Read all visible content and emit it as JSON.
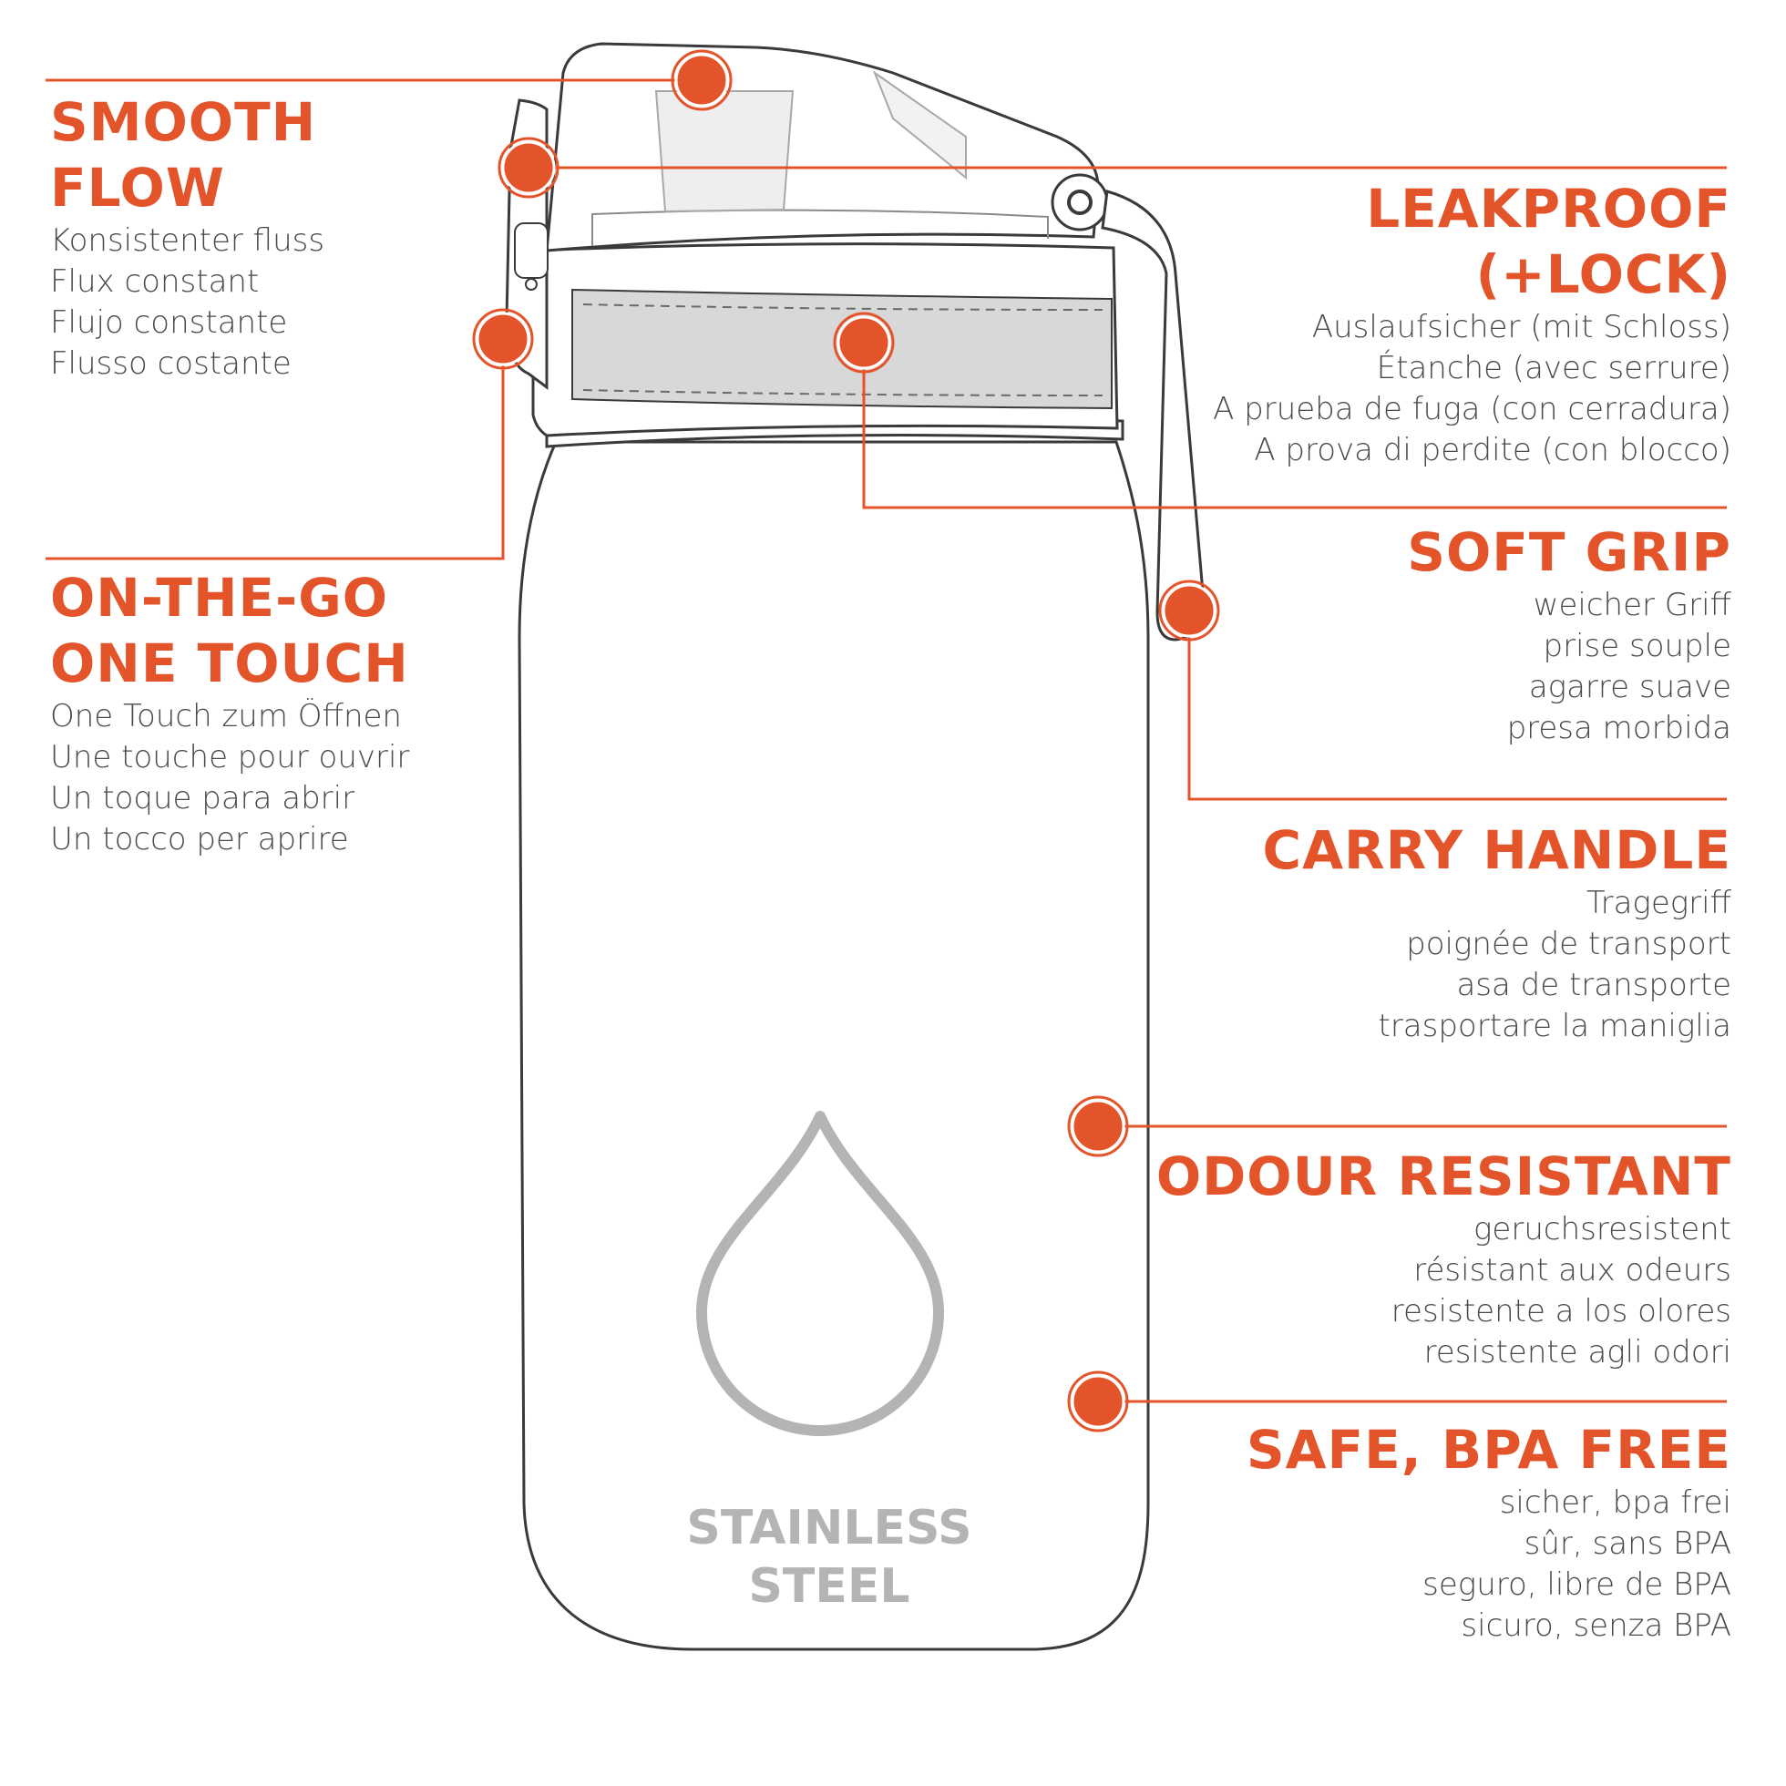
{
  "colors": {
    "accent": "#e4542a",
    "outline": "#3a3a3a",
    "grip": "#d8d8d8",
    "drop": "#b4b4b4",
    "text": "#4a4a4a"
  },
  "features": {
    "smooth_flow": {
      "title_lines": [
        "SMOOTH",
        "FLOW"
      ],
      "sub": [
        "Konsistenter fluss",
        "Flux constant",
        "Flujo constante",
        "Flusso costante"
      ]
    },
    "one_touch": {
      "title_lines": [
        "ON-THE-GO",
        "ONE TOUCH"
      ],
      "sub": [
        "One Touch zum Öffnen",
        "Une touche pour ouvrir",
        "Un toque para abrir",
        "Un tocco per aprire"
      ]
    },
    "leakproof": {
      "title_lines": [
        "LEAKPROOF",
        "(+LOCK)"
      ],
      "sub": [
        "Auslaufsicher (mit Schloss)",
        "Étanche (avec serrure)",
        "A prueba de fuga (con cerradura)",
        "A prova di perdite (con blocco)"
      ]
    },
    "soft_grip": {
      "title_lines": [
        "SOFT GRIP"
      ],
      "sub": [
        "weicher Griff",
        "prise souple",
        "agarre suave",
        "presa morbida"
      ]
    },
    "carry_handle": {
      "title_lines": [
        "CARRY HANDLE"
      ],
      "sub": [
        "Tragegriff",
        "poignée de transport",
        "asa de transporte",
        "trasportare la maniglia"
      ]
    },
    "odour": {
      "title_lines": [
        "ODOUR RESISTANT"
      ],
      "sub": [
        "geruchsresistent",
        "résistant aux odeurs",
        "resistente a los olores",
        "resistente agli odori"
      ]
    },
    "bpa": {
      "title_lines": [
        "SAFE, BPA FREE"
      ],
      "sub": [
        "sicher, bpa frei",
        "sûr, sans BPA",
        "seguro, libre de BPA",
        "sicuro, senza BPA"
      ]
    }
  },
  "bottle_label": [
    "STAINLESS",
    "STEEL"
  ]
}
